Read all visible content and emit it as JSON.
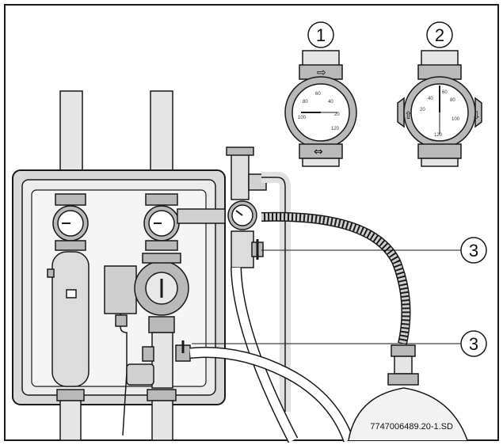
{
  "callouts": [
    {
      "label": "1"
    },
    {
      "label": "2"
    },
    {
      "label": "3"
    },
    {
      "label": "3"
    }
  ],
  "drawing_code": "7747006489.20-1.SD",
  "gauge_scale": {
    "g1": [
      "60",
      "80",
      "40",
      "100",
      "20",
      "120"
    ],
    "g2": [
      "60",
      "40",
      "80",
      "20",
      "100",
      "120"
    ]
  },
  "colors": {
    "line": "#1a1a1a",
    "gray_fill": "#b9b9b9",
    "light_fill": "#e6e6e6",
    "white": "#ffffff"
  },
  "icons": [
    "arrow-right-icon",
    "arrow-down-icon",
    "arrow-up-icon",
    "double-arrow-icon"
  ]
}
